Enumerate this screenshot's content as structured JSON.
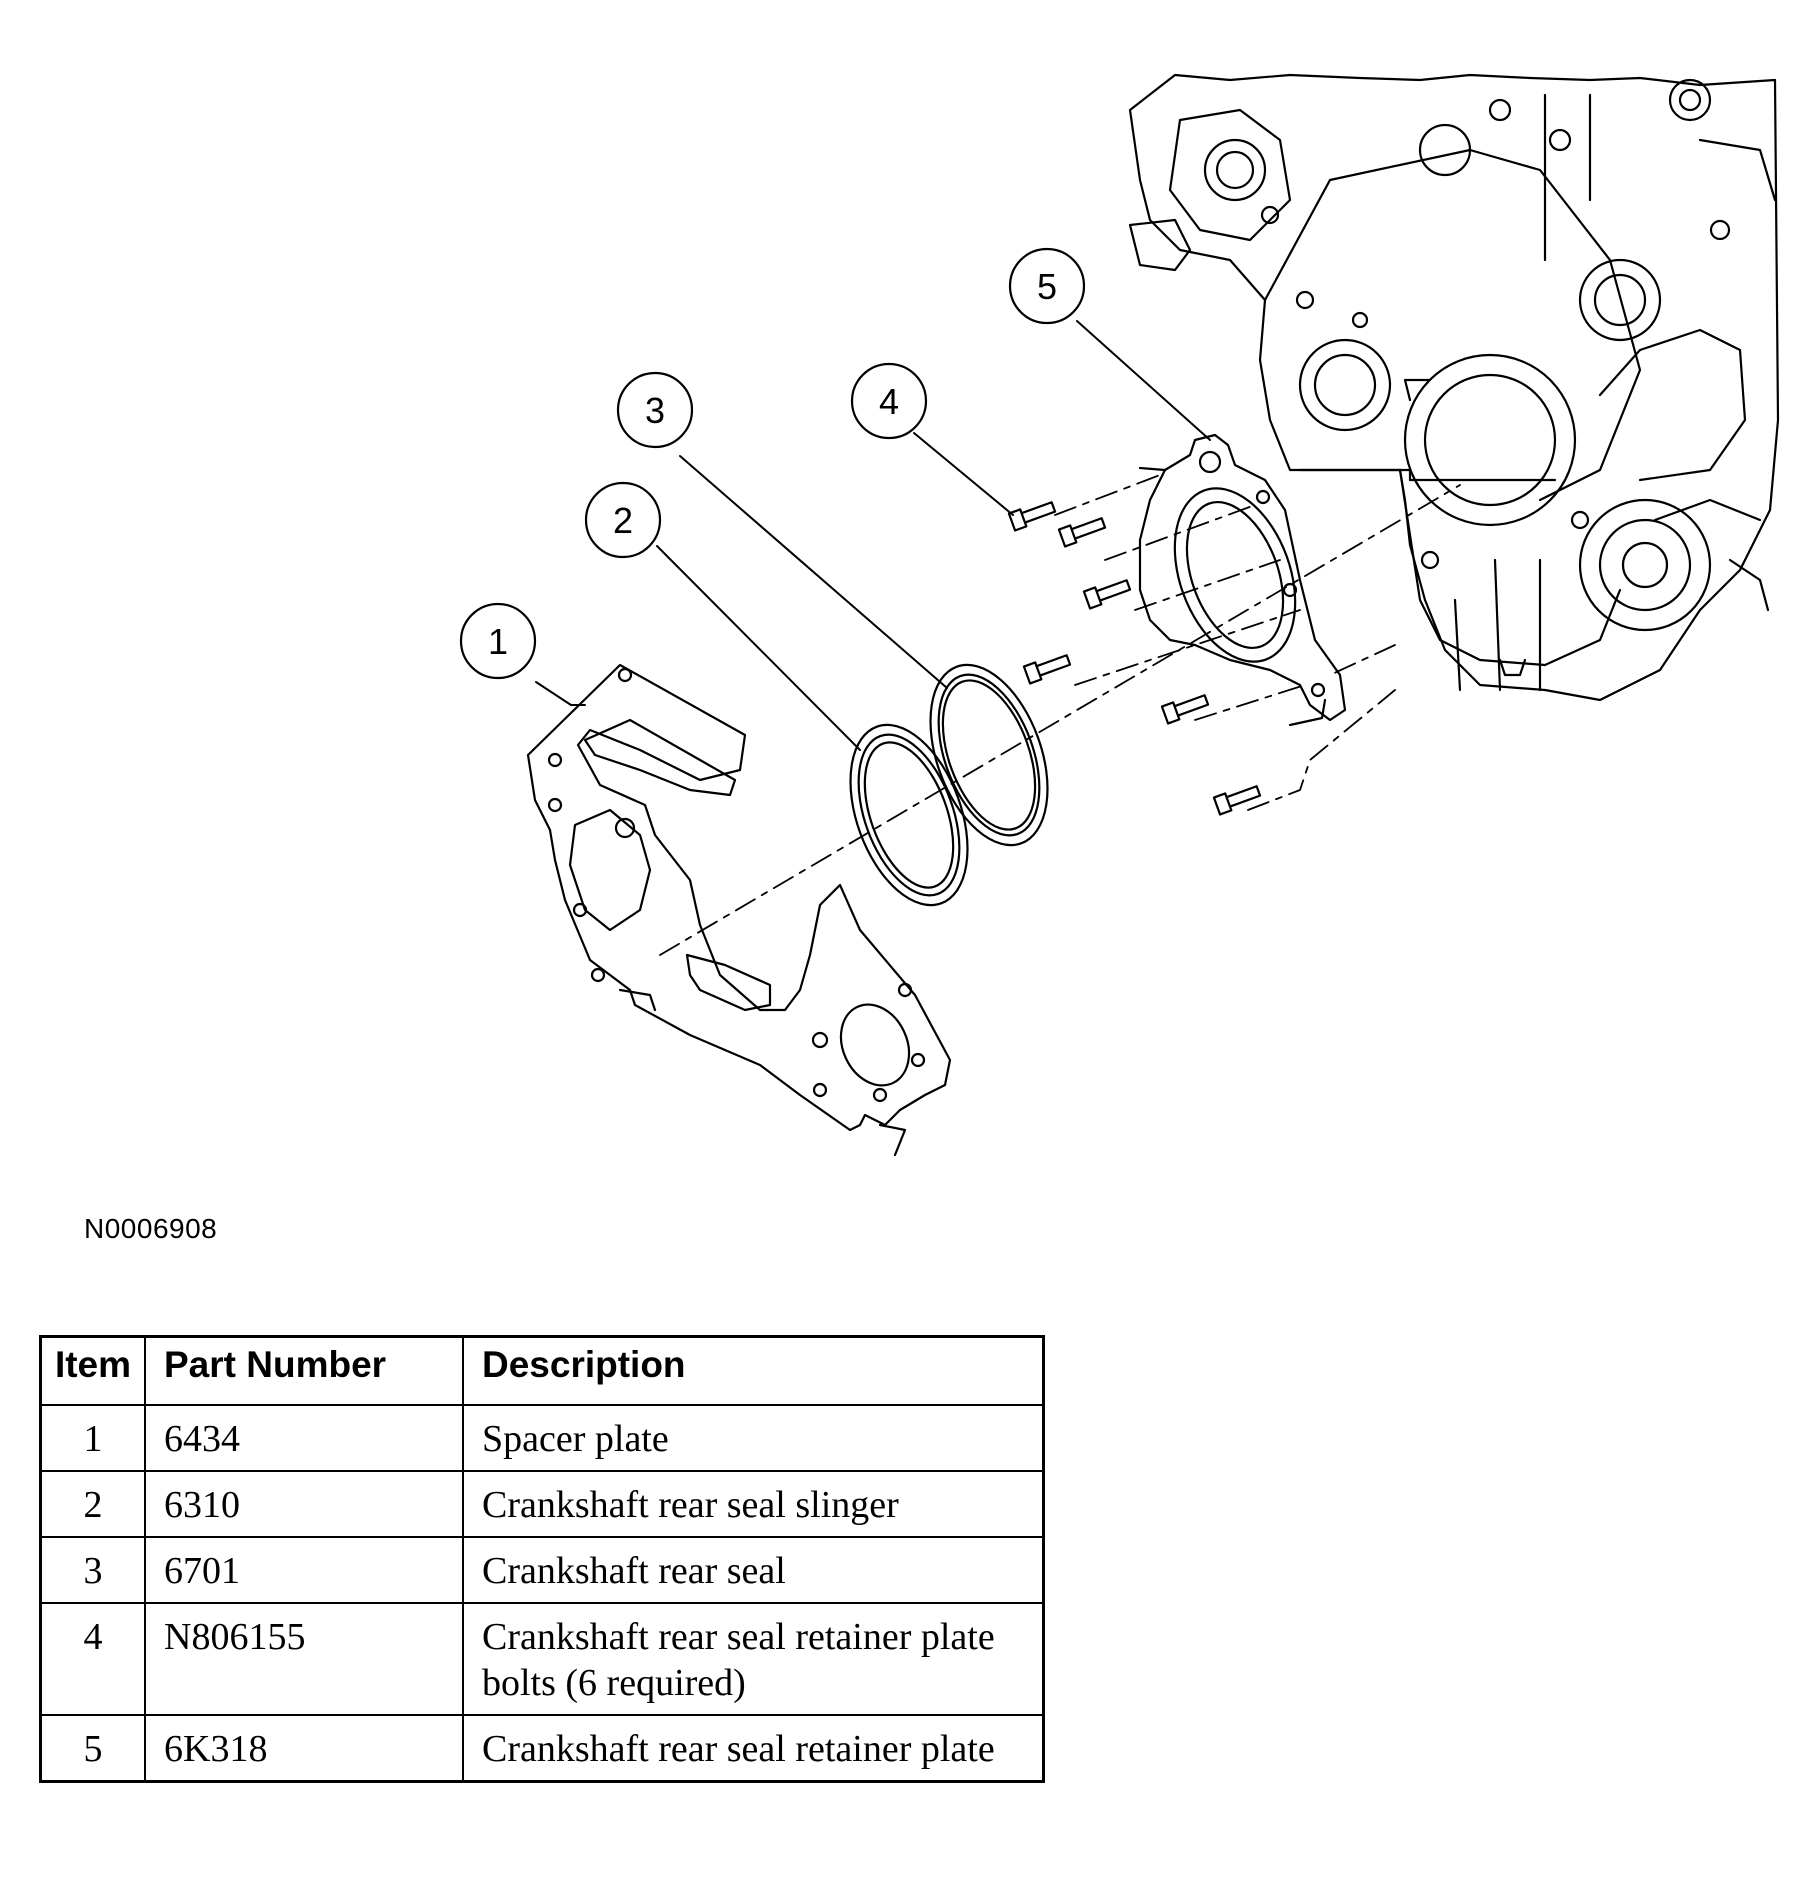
{
  "figure": {
    "id": "N0006908",
    "callouts": [
      "1",
      "2",
      "3",
      "4",
      "5"
    ]
  },
  "table": {
    "headers": {
      "item": "Item",
      "part_number": "Part Number",
      "description": "Description"
    },
    "rows": [
      {
        "item": "1",
        "part_number": "6434",
        "description": "Spacer plate"
      },
      {
        "item": "2",
        "part_number": "6310",
        "description": "Crankshaft rear seal slinger"
      },
      {
        "item": "3",
        "part_number": "6701",
        "description": "Crankshaft rear seal"
      },
      {
        "item": "4",
        "part_number": "N806155",
        "description": "Crankshaft rear seal retainer plate bolts (6 required)"
      },
      {
        "item": "5",
        "part_number": "6K318",
        "description": "Crankshaft rear seal retainer plate"
      }
    ]
  }
}
